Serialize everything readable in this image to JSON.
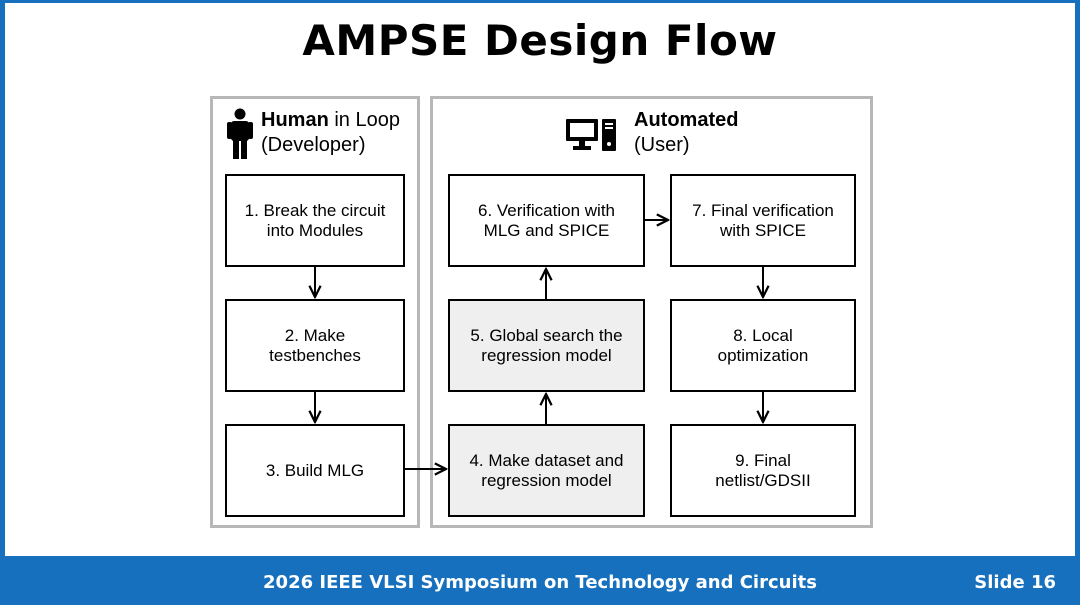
{
  "title": "AMPSE Design Flow",
  "left_panel": {
    "header_bold": "Human",
    "header_rest": " in Loop",
    "header_line2": "(Developer)",
    "icon": "person-icon"
  },
  "right_panel": {
    "header_bold": "Automated",
    "header_line2": "(User)",
    "icon": "computer-icon"
  },
  "steps": [
    {
      "id": "1",
      "label": "1. Break the circuit\ninto Modules"
    },
    {
      "id": "2",
      "label": "2. Make\ntestbenches"
    },
    {
      "id": "3",
      "label": "3. Build MLG"
    },
    {
      "id": "4",
      "label": "4. Make dataset and\nregression model"
    },
    {
      "id": "5",
      "label": "5. Global search the\nregression model"
    },
    {
      "id": "6",
      "label": "6. Verification with\nMLG and SPICE"
    },
    {
      "id": "7",
      "label": "7. Final verification\nwith SPICE"
    },
    {
      "id": "8",
      "label": "8. Local\noptimization"
    },
    {
      "id": "9",
      "label": "9.  Final\nnetlist/GDSII"
    }
  ],
  "footer": {
    "text": "2026 IEEE VLSI Symposium on Technology and Circuits",
    "slide": "Slide 16"
  },
  "colors": {
    "footer_bar": "#1670bd",
    "panel_border": "#b7b7b7",
    "shaded_box": "#efefef"
  }
}
